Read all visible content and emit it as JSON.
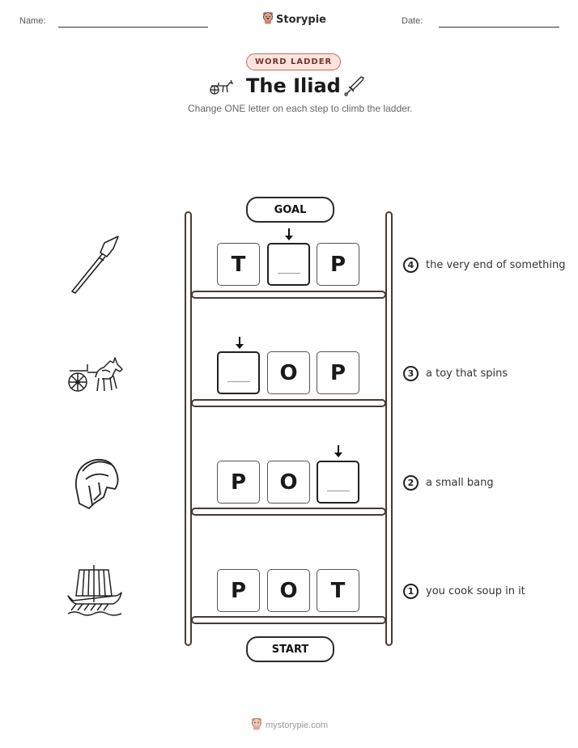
{
  "header": {
    "name_label": "Name:",
    "date_label": "Date:",
    "brand": "Storypie",
    "brand_icon": "bear-mascot-icon"
  },
  "worksheet": {
    "badge": "WORD LADDER",
    "title": "The Iliad",
    "subtitle": "Change ONE letter on each step to climb the ladder."
  },
  "ladder": {
    "goal_label": "GOAL",
    "start_label": "START",
    "rows": [
      {
        "step": "4",
        "clue": "the very end of something",
        "letters": [
          "T",
          "",
          "P"
        ],
        "picture": "spear-icon"
      },
      {
        "step": "3",
        "clue": "a toy that spins",
        "letters": [
          "",
          "O",
          "P"
        ],
        "picture": "chariot-icon"
      },
      {
        "step": "2",
        "clue": "a small bang",
        "letters": [
          "P",
          "O",
          ""
        ],
        "picture": "helmet-icon"
      },
      {
        "step": "1",
        "clue": "you cook soup in it",
        "letters": [
          "P",
          "O",
          "T"
        ],
        "picture": "ship-icon"
      }
    ]
  },
  "footer": {
    "site": "mystorypie.com"
  }
}
